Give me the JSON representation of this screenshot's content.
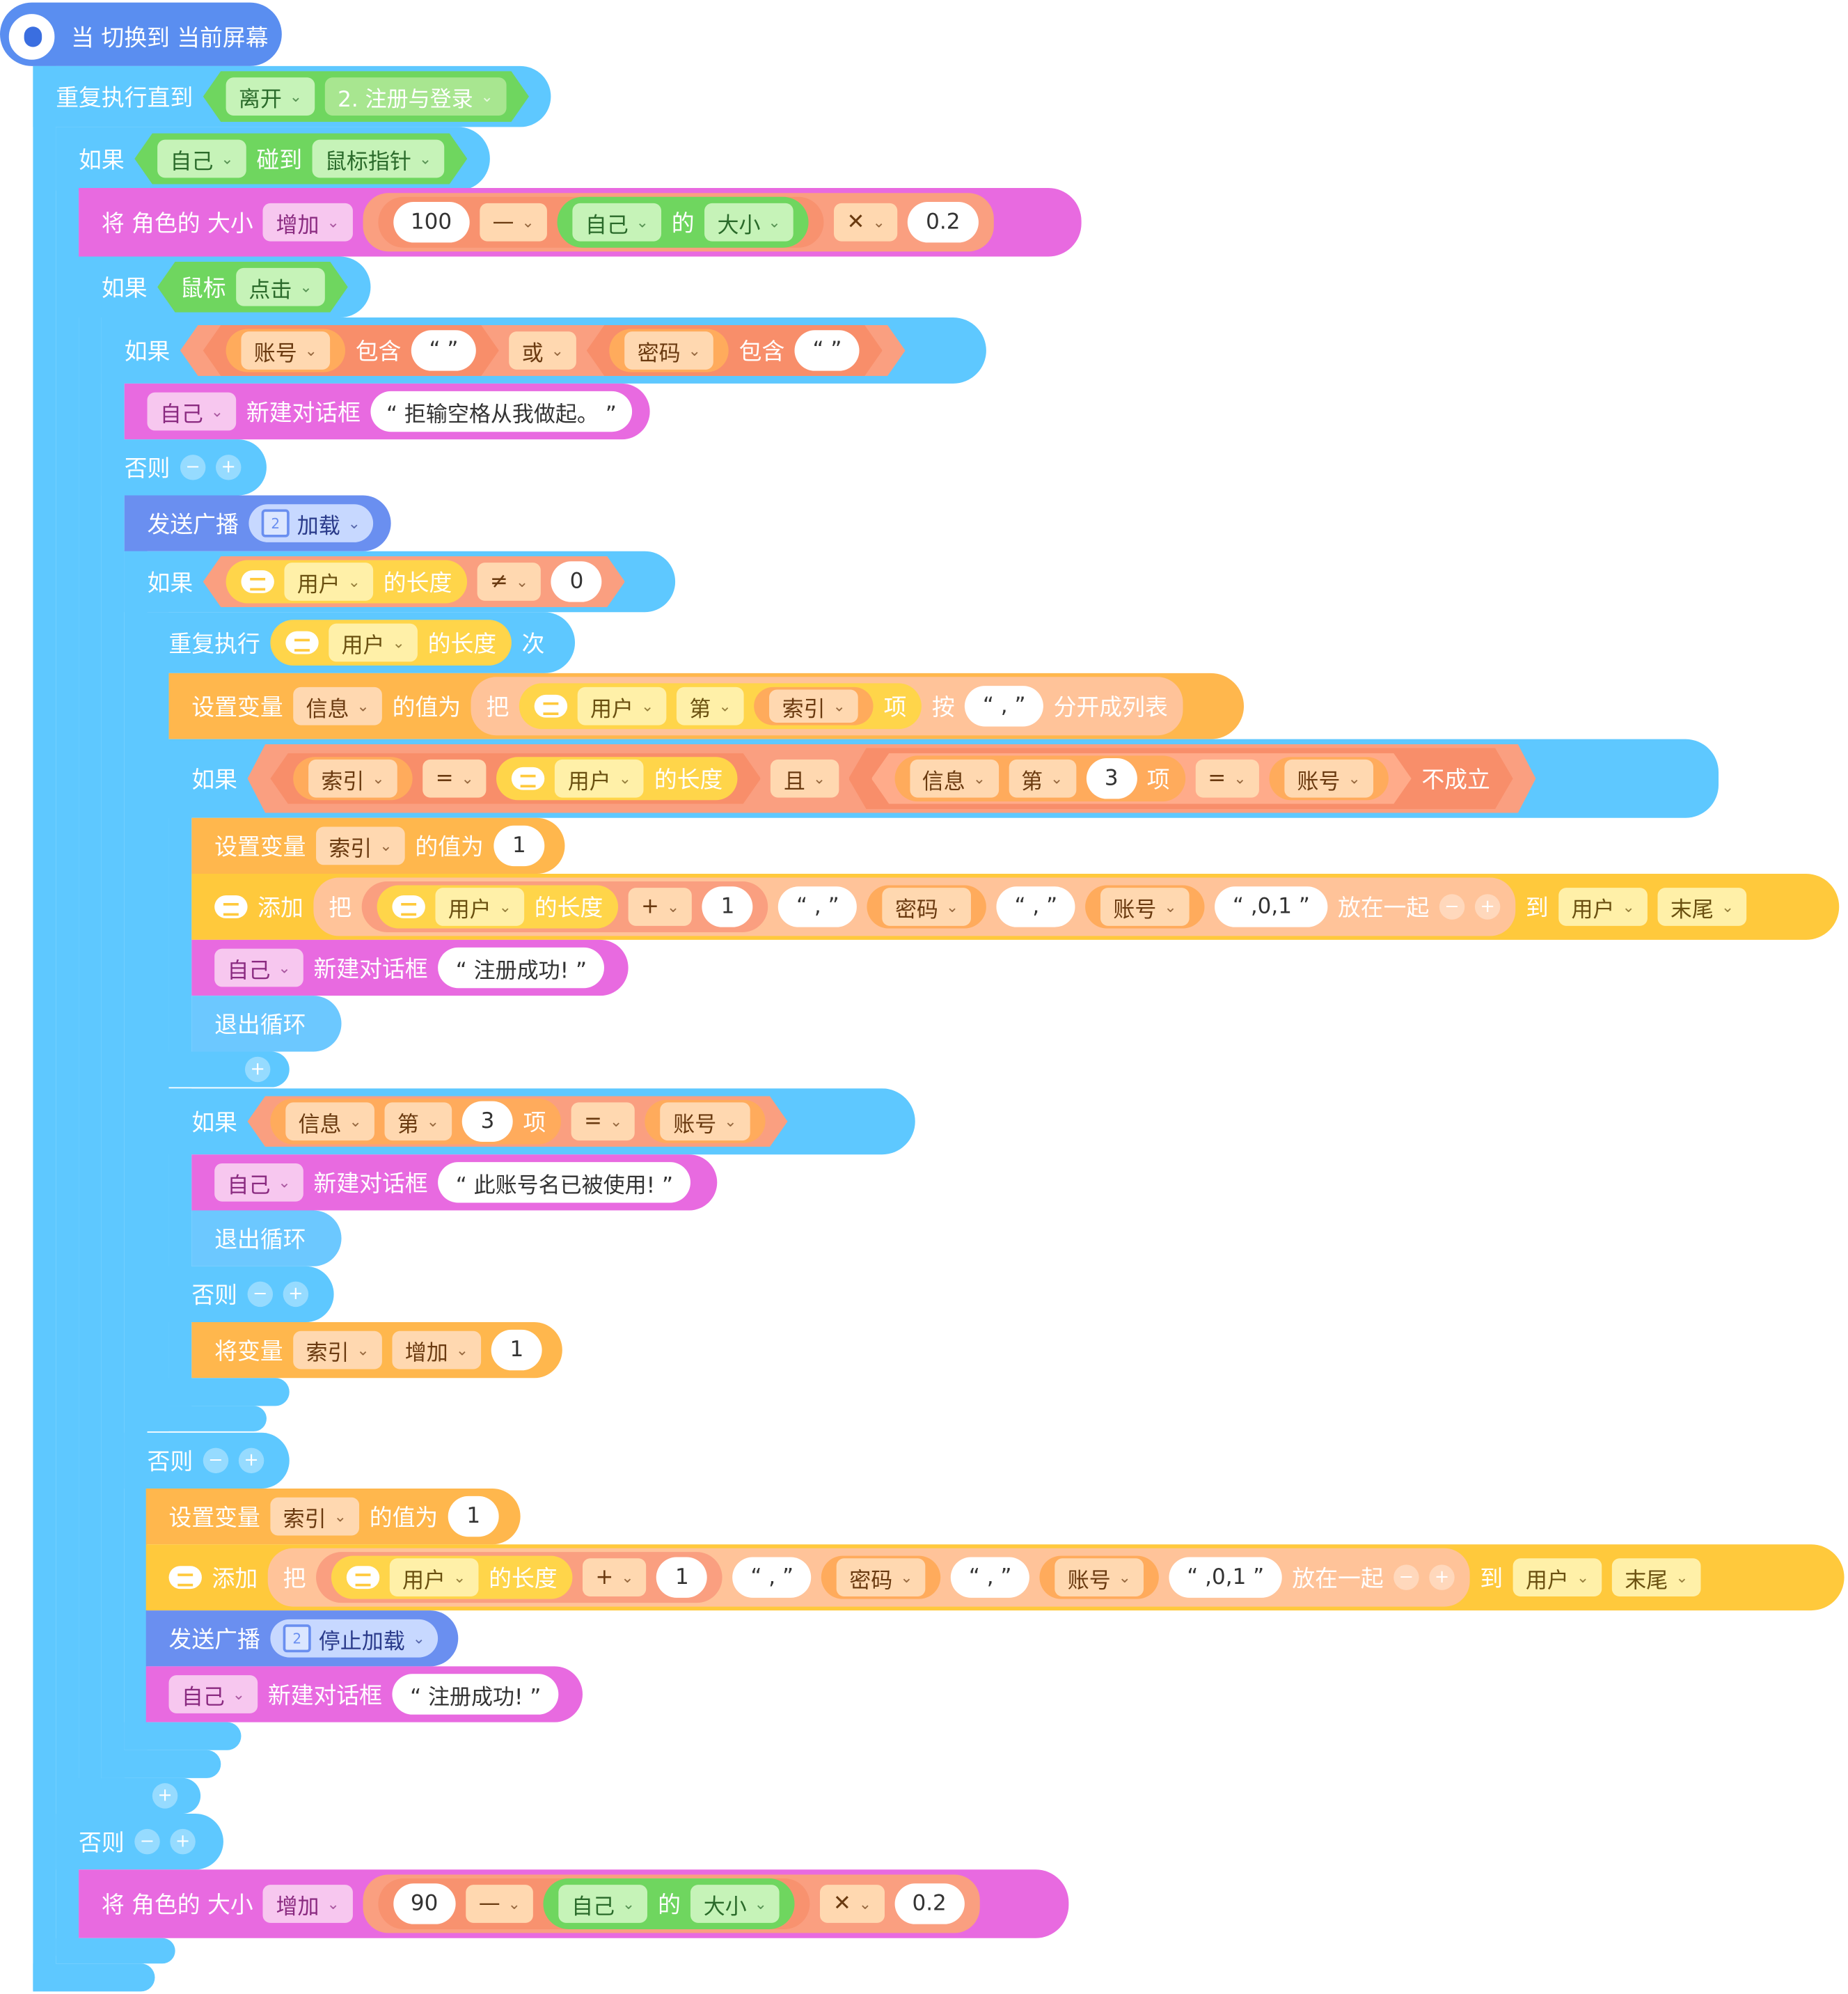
{
  "hat": {
    "label": "当 切换到 当前屏幕"
  },
  "repeat_until": {
    "label": "重复执行直到",
    "cond": "离开",
    "screen": "2. 注册与登录"
  },
  "if1": {
    "label": "如果",
    "sprite": "自己",
    "verb": "碰到",
    "target": "鼠标指针"
  },
  "size_inc": {
    "label": "将 角色的 大小",
    "op": "增加",
    "n1": "100",
    "minus": "—",
    "sprite": "自己",
    "of": "的",
    "prop": "大小",
    "times": "✕",
    "factor": "0.2"
  },
  "if2": {
    "label": "如果",
    "a": "鼠标",
    "b": "点击"
  },
  "if3": {
    "label": "如果",
    "acct": "账号",
    "contains": "包含",
    "q1": "“ ”",
    "or": "或",
    "pwd": "密码",
    "contains2": "包含",
    "q2": "“ ”"
  },
  "say1": {
    "sprite": "自己",
    "label": "新建对话框",
    "text": "“ 拒输空格从我做起。 ”"
  },
  "else1": {
    "label": "否则"
  },
  "broadcast1": {
    "label": "发送广播",
    "msg": "加载"
  },
  "if4": {
    "label": "如果",
    "list": "用户",
    "len": "的长度",
    "ne": "≠",
    "val": "0"
  },
  "repeat": {
    "label": "重复执行",
    "list": "用户",
    "len": "的长度",
    "times": "次"
  },
  "setinfo": {
    "label": "设置变量",
    "var": "信息",
    "valof": "的值为",
    "ba": "把",
    "list": "用户",
    "di": "第",
    "idx": "索引",
    "item": "项",
    "by": "按",
    "sep": "“ , ”",
    "split": "分开成列表"
  },
  "if5": {
    "label": "如果",
    "idx": "索引",
    "eq": "=",
    "list": "用户",
    "len": "的长度",
    "and": "且",
    "info": "信息",
    "di": "第",
    "n": "3",
    "item": "项",
    "eq2": "=",
    "acct": "账号",
    "not": "不成立"
  },
  "set_idx1": {
    "label": "设置变量",
    "var": "索引",
    "valof": "的值为",
    "val": "1"
  },
  "add1": {
    "label": "添加",
    "ba": "把",
    "list": "用户",
    "len": "的长度",
    "plus": "+",
    "one": "1",
    "c1": "“ , ”",
    "pwd": "密码",
    "c2": "“ , ”",
    "acct": "账号",
    "tail": "“ ,0,1 ”",
    "join": "放在一起",
    "to": "到",
    "list2": "用户",
    "end": "末尾"
  },
  "say2": {
    "sprite": "自己",
    "label": "新建对话框",
    "text": "“ 注册成功! ”"
  },
  "break1": {
    "label": "退出循环"
  },
  "if6": {
    "label": "如果",
    "info": "信息",
    "di": "第",
    "n": "3",
    "item": "项",
    "eq": "=",
    "acct": "账号"
  },
  "say3": {
    "sprite": "自己",
    "label": "新建对话框",
    "text": "“ 此账号名已被使用! ”"
  },
  "break2": {
    "label": "退出循环"
  },
  "else2": {
    "label": "否则"
  },
  "inc_idx": {
    "label": "将变量",
    "var": "索引",
    "op": "增加",
    "val": "1"
  },
  "else3": {
    "label": "否则"
  },
  "set_idx2": {
    "label": "设置变量",
    "var": "索引",
    "valof": "的值为",
    "val": "1"
  },
  "add2": {
    "label": "添加",
    "ba": "把",
    "list": "用户",
    "len": "的长度",
    "plus": "+",
    "one": "1",
    "c1": "“ , ”",
    "pwd": "密码",
    "c2": "“ , ”",
    "acct": "账号",
    "tail": "“ ,0,1 ”",
    "join": "放在一起",
    "to": "到",
    "list2": "用户",
    "end": "末尾"
  },
  "broadcast2": {
    "label": "发送广播",
    "msg": "停止加载"
  },
  "say4": {
    "sprite": "自己",
    "label": "新建对话框",
    "text": "“ 注册成功! ”"
  },
  "else4": {
    "label": "否则"
  },
  "size_inc2": {
    "label": "将 角色的 大小",
    "op": "增加",
    "n1": "90",
    "minus": "—",
    "sprite": "自己",
    "of": "的",
    "prop": "大小",
    "times": "✕",
    "factor": "0.2"
  },
  "colors": {
    "control": "#5ec8ff",
    "variable": "#ffb74d",
    "list": "#ffc93c",
    "looks": "#e86ae0",
    "event": "#6a8ff0",
    "operator": "#fa9f80",
    "sensing": "#6fd65f"
  },
  "icons": {
    "hat": "camera-icon",
    "list": "cloud-list-icon",
    "broadcast": "broadcast-icon"
  }
}
